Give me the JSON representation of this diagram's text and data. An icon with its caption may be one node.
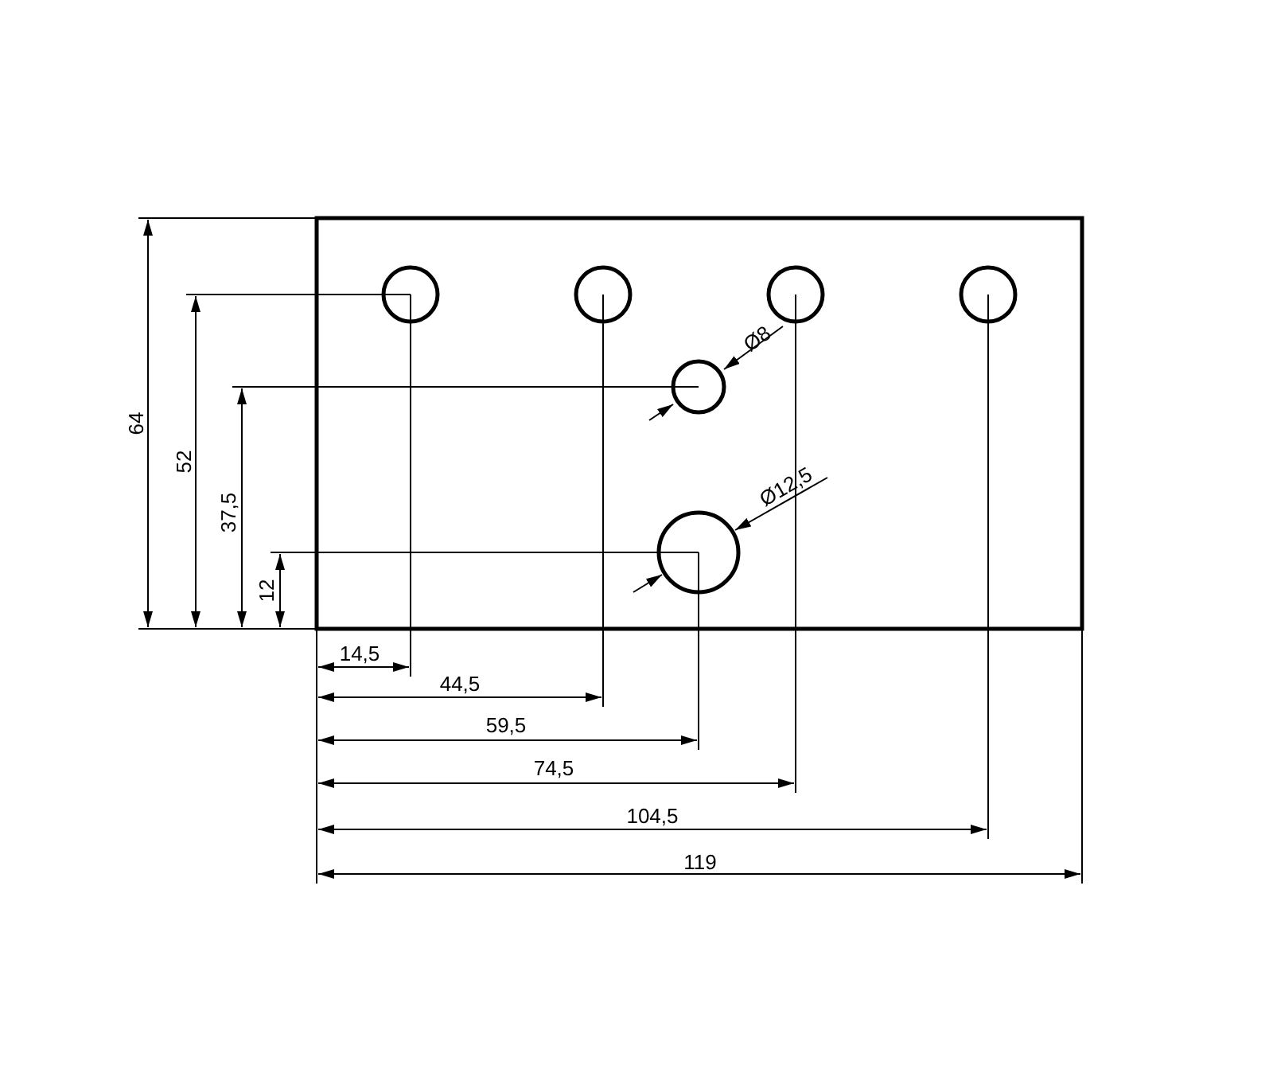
{
  "diagram": {
    "labels": [
      "64",
      "52",
      "37,5",
      "12",
      "Ø8",
      "Ø12,5",
      "14,5",
      "44,5",
      "59,5",
      "74,5",
      "104,5",
      "119"
    ]
  }
}
